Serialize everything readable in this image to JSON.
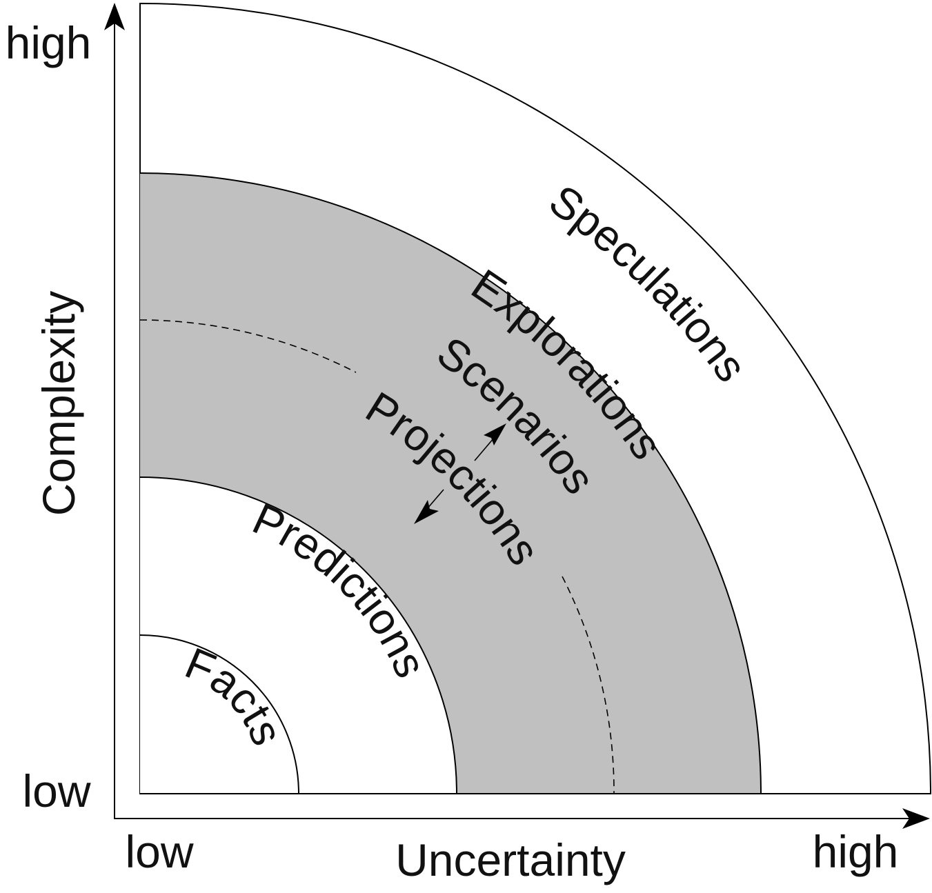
{
  "axes": {
    "x": {
      "label": "Uncertainty",
      "low": "low",
      "high": "high"
    },
    "y": {
      "label": "Complexity",
      "low": "low",
      "high": "high"
    }
  },
  "zones": {
    "facts": "Facts",
    "predictions": "Predictions",
    "projections": "Projections",
    "scenarios": "Scenarios",
    "explorations": "Explorations",
    "speculations": "Speculations"
  },
  "colors": {
    "shaded_band": "#c0c0c0",
    "line": "#000000",
    "background": "#ffffff"
  }
}
